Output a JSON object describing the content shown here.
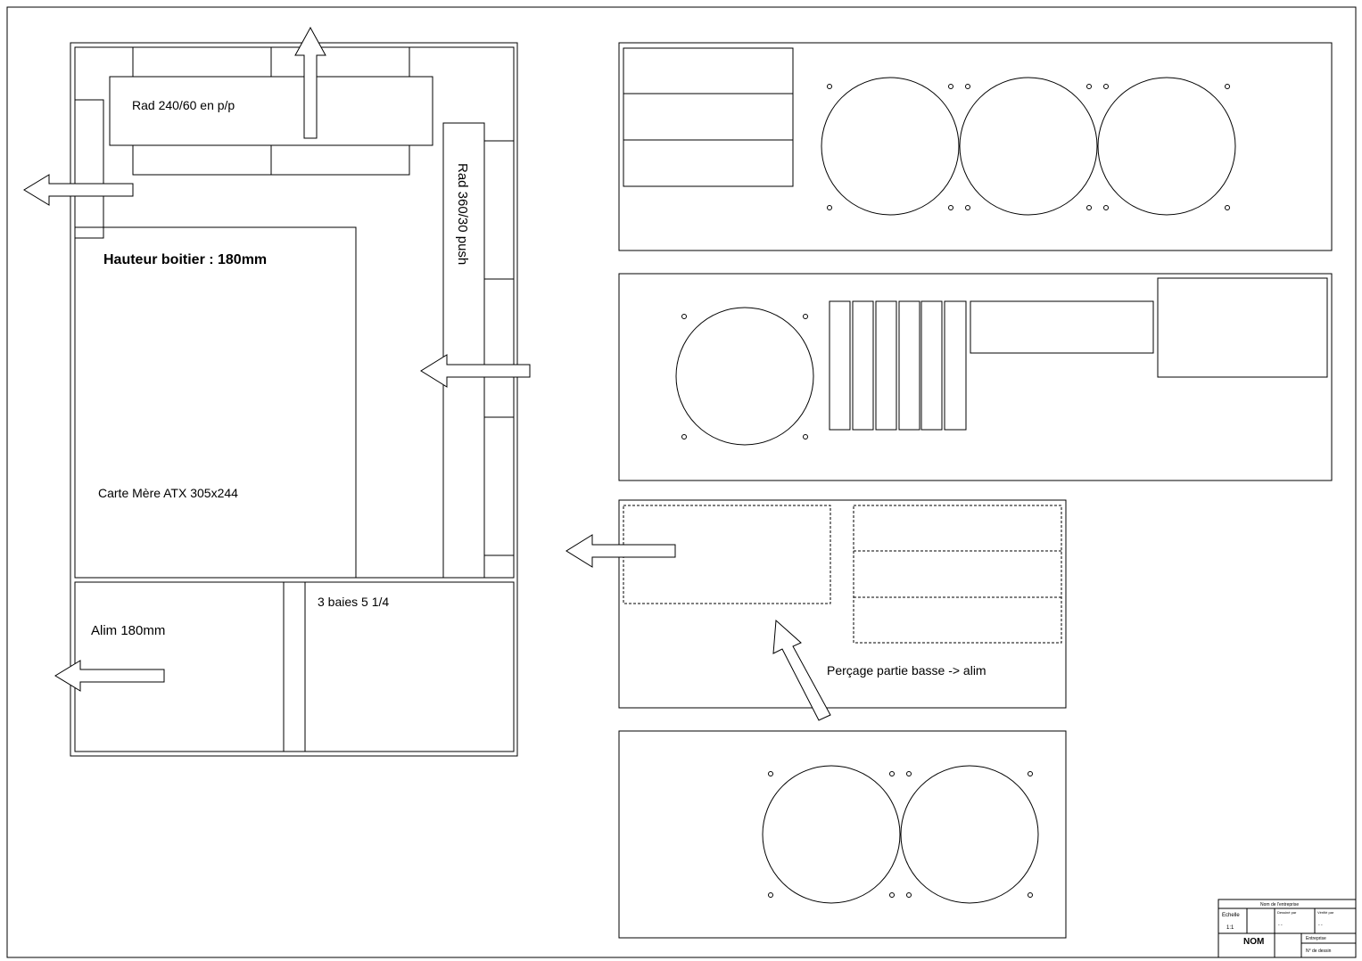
{
  "labels": {
    "rad_top": "Rad 240/60 en p/p",
    "rad_side": "Rad 360/30 push",
    "case_height": "Hauteur boitier : 180mm",
    "motherboard": "Carte Mère ATX 305x244",
    "psu": "Alim 180mm",
    "bays": "3 baies 5 1/4",
    "drilling": "Perçage partie basse -> alim"
  },
  "title_block": {
    "company": "Nom de l'entreprise",
    "scale_label": "Echelle",
    "scale_value": "1:1",
    "drawn_by": "Dessiné par",
    "checked_by": "Vérifié par",
    "dash1": "- -",
    "dash2": "- -",
    "name": "NOM",
    "company_short": "Entreprise",
    "drawing_no": "N° de dessin"
  }
}
